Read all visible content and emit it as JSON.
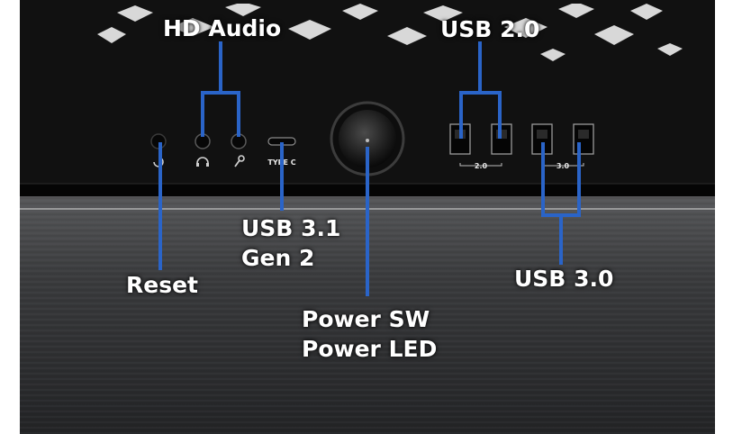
{
  "labels": {
    "hd_audio": "HD Audio",
    "usb20": "USB 2.0",
    "usb31_line1": "USB 3.1",
    "usb31_line2": "Gen 2",
    "reset": "Reset",
    "power_line1": "Power SW",
    "power_line2": "Power LED",
    "usb30": "USB 3.0"
  },
  "panel_marks": {
    "type_c": "TYPE C",
    "usb2_tag": "2.0",
    "usb3_tag": "3.0"
  },
  "colors": {
    "callout_line": "#2a64c8",
    "label_text": "#ffffff",
    "top_panel": "#111111",
    "brushed_front": "#3a3a3a"
  }
}
